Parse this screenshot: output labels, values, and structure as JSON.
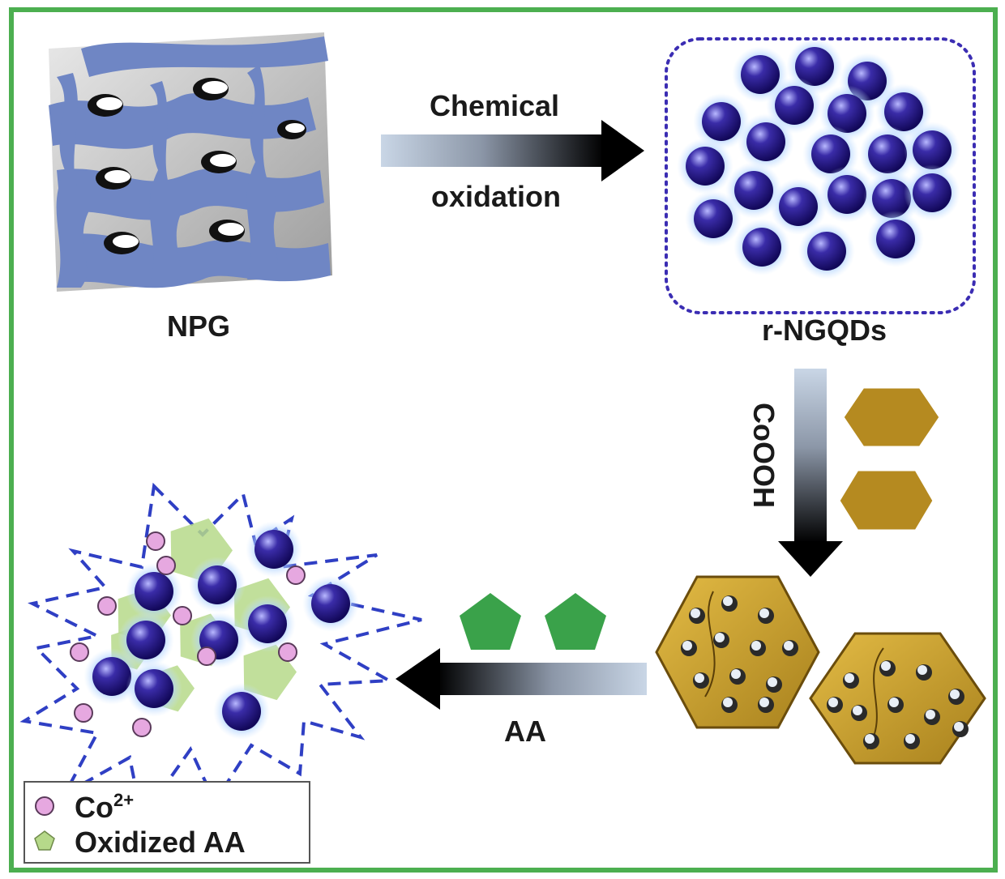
{
  "labels": {
    "npg": "NPG",
    "chemical": "Chemical",
    "oxidation": "oxidation",
    "rngqds": "r-NGQDs",
    "cooh": "CoOOH",
    "aa": "AA"
  },
  "legend": {
    "co_main": "Co",
    "co_sup": "2+",
    "oxidized": "Oxidized AA"
  },
  "colors": {
    "frame": "#4caf50",
    "dot_purple": "#3a2ca8",
    "ring_dotted": "#3b2db3",
    "burst_dash": "#2f3fc4",
    "nanosheet_gold": "#c49a2a",
    "aa_green": "#3aa24a",
    "co_pink": "#e6a8e0",
    "oxidized_green": "#b6d98a",
    "npg_blue": "#6f86c4"
  }
}
